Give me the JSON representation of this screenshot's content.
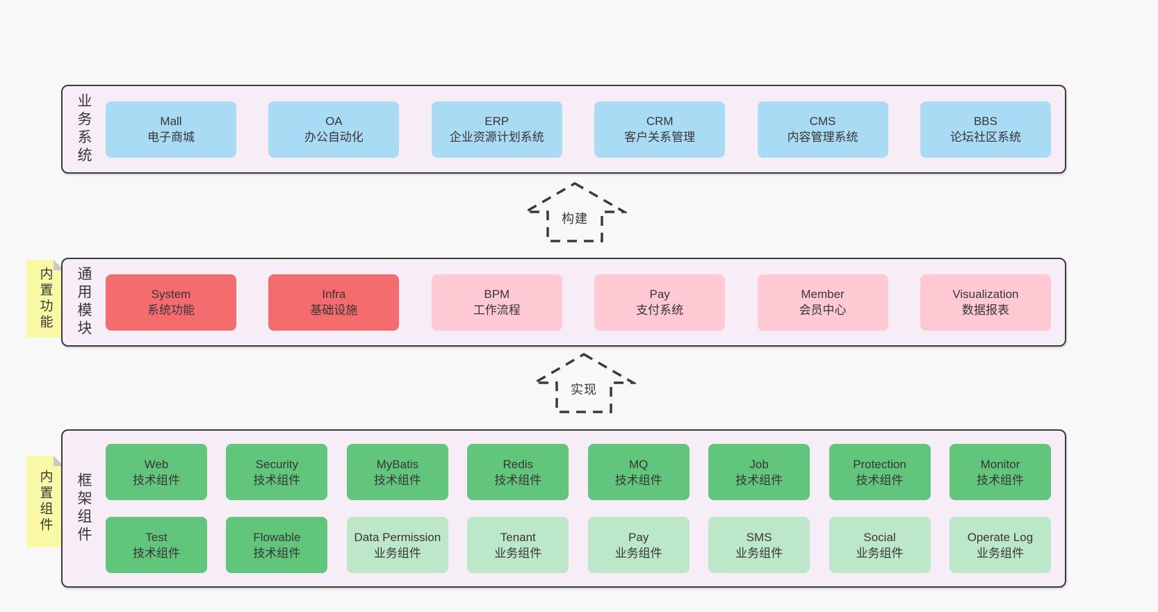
{
  "colors": {
    "page_bg": "#f8f8f8",
    "band_bg": "#f7edf6",
    "band_border": "#3a3a3a",
    "text": "#363636",
    "box_blue": "#a9dbf5",
    "box_red": "#f56c6e",
    "box_pink": "#fec9d2",
    "box_green": "#62c57c",
    "box_green_light": "#bce7c8",
    "sticky_bg": "#fafaa6",
    "sticky_fold": "#c8c8c8"
  },
  "arrows": [
    {
      "label": "构建"
    },
    {
      "label": "实现"
    }
  ],
  "stickies": [
    {
      "label": "内置功能"
    },
    {
      "label": "内置组件"
    }
  ],
  "bands": [
    {
      "label": "业务系统",
      "boxes": [
        {
          "title": "Mall",
          "subtitle": "电子商城"
        },
        {
          "title": "OA",
          "subtitle": "办公自动化"
        },
        {
          "title": "ERP",
          "subtitle": "企业资源计划系统"
        },
        {
          "title": "CRM",
          "subtitle": "客户关系管理"
        },
        {
          "title": "CMS",
          "subtitle": "内容管理系统"
        },
        {
          "title": "BBS",
          "subtitle": "论坛社区系统"
        }
      ]
    },
    {
      "label": "通用模块",
      "boxes": [
        {
          "title": "System",
          "subtitle": "系统功能"
        },
        {
          "title": "Infra",
          "subtitle": "基础设施"
        },
        {
          "title": "BPM",
          "subtitle": "工作流程"
        },
        {
          "title": "Pay",
          "subtitle": "支付系统"
        },
        {
          "title": "Member",
          "subtitle": "会员中心"
        },
        {
          "title": "Visualization",
          "subtitle": "数据报表"
        }
      ]
    },
    {
      "label": "框架组件",
      "rows": [
        [
          {
            "title": "Web",
            "subtitle": "技术组件"
          },
          {
            "title": "Security",
            "subtitle": "技术组件"
          },
          {
            "title": "MyBatis",
            "subtitle": "技术组件"
          },
          {
            "title": "Redis",
            "subtitle": "技术组件"
          },
          {
            "title": "MQ",
            "subtitle": "技术组件"
          },
          {
            "title": "Job",
            "subtitle": "技术组件"
          },
          {
            "title": "Protection",
            "subtitle": "技术组件"
          },
          {
            "title": "Monitor",
            "subtitle": "技术组件"
          }
        ],
        [
          {
            "title": "Test",
            "subtitle": "技术组件"
          },
          {
            "title": "Flowable",
            "subtitle": "技术组件"
          },
          {
            "title": "Data Permission",
            "subtitle": "业务组件"
          },
          {
            "title": "Tenant",
            "subtitle": "业务组件"
          },
          {
            "title": "Pay",
            "subtitle": "业务组件"
          },
          {
            "title": "SMS",
            "subtitle": "业务组件"
          },
          {
            "title": "Social",
            "subtitle": "业务组件"
          },
          {
            "title": "Operate Log",
            "subtitle": "业务组件"
          }
        ]
      ]
    }
  ]
}
